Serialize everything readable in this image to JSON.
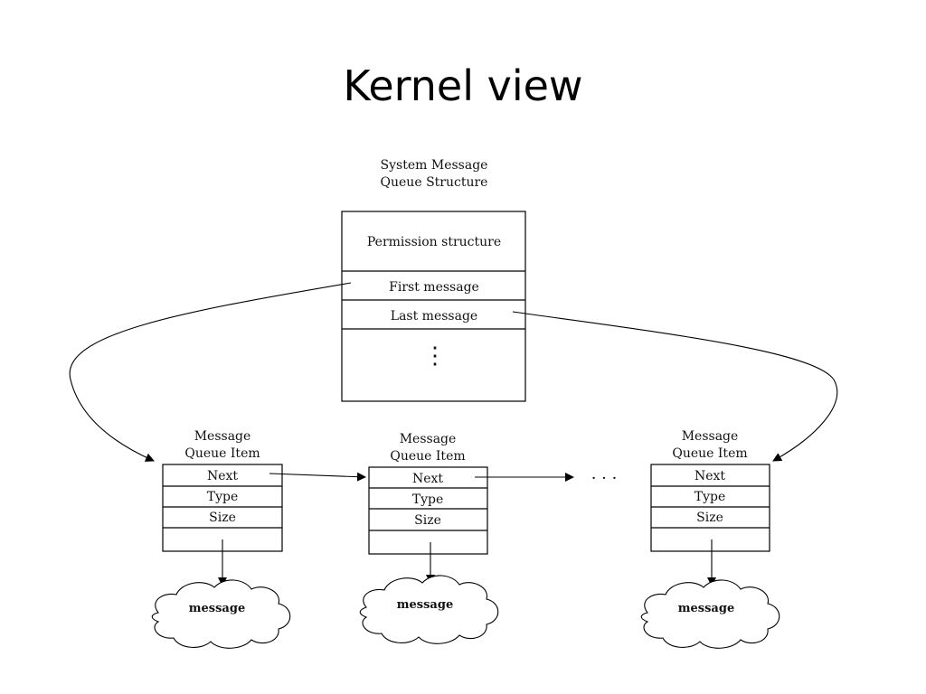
{
  "slide": {
    "title": "Kernel view"
  },
  "system_queue": {
    "heading_line1": "System Message",
    "heading_line2": "Queue Structure",
    "fields": [
      "Permission structure",
      "First message",
      "Last message"
    ],
    "ellipsis": "⋮"
  },
  "queue_items": [
    {
      "heading_line1": "Message",
      "heading_line2": "Queue Item",
      "fields": [
        "Next",
        "Type",
        "Size"
      ],
      "cloud": "message"
    },
    {
      "heading_line1": "Message",
      "heading_line2": "Queue Item",
      "fields": [
        "Next",
        "Type",
        "Size"
      ],
      "cloud": "message"
    },
    {
      "heading_line1": "Message",
      "heading_line2": "Queue Item",
      "fields": [
        "Next",
        "Type",
        "Size"
      ],
      "cloud": "message"
    }
  ],
  "chain_ellipsis": "· · ·"
}
